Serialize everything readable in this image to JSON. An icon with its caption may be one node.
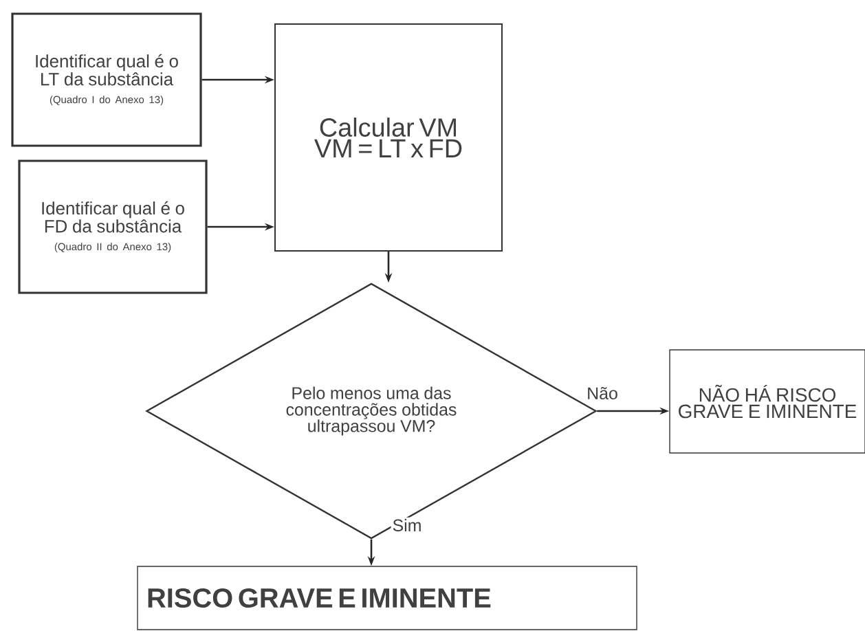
{
  "diagram": {
    "nodes": [
      {
        "text": [
          "Identificar qual é o LT da substância",
          "(Quadro I do Anexo 13)"
        ]
      },
      {
        "text": [
          "Identificar qual é o FD da substância",
          "(Quadro II do Anexo 13)"
        ]
      },
      {
        "text": [
          "Calcular VM",
          "VM = LT x FD"
        ]
      },
      {
        "text": [
          "Pelo menos uma das concentrações obtidas ultrapassou VM?"
        ]
      },
      {
        "text": [
          "NÃO HÁ RISCO GRAVE E IMINENTE"
        ]
      },
      {
        "text": [
          "RISCO GRAVE E IMINENTE"
        ]
      }
    ],
    "edges": [
      {
        "from": 0,
        "to": 2,
        "arrow": "to"
      },
      {
        "from": 1,
        "to": 2,
        "arrow": "to"
      },
      {
        "from": 2,
        "to": 3,
        "arrow": "to"
      },
      {
        "from": 3,
        "to": 4,
        "arrow": "to",
        "label": "Não"
      },
      {
        "from": 3,
        "to": 5,
        "arrow": "to",
        "label": "Sim"
      }
    ]
  }
}
